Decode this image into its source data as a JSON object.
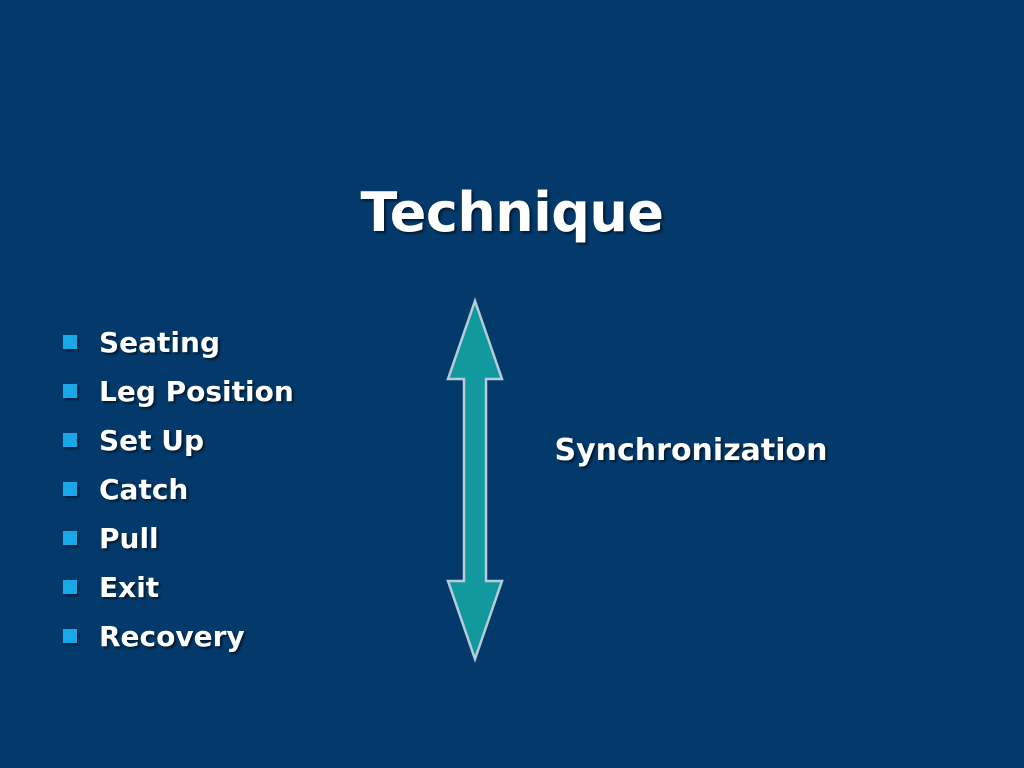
{
  "slide": {
    "title": "Technique",
    "background_color": "#033A6B",
    "bullets": [
      {
        "label": "Seating"
      },
      {
        "label": "Leg Position"
      },
      {
        "label": "Set Up"
      },
      {
        "label": "Catch"
      },
      {
        "label": "Pull"
      },
      {
        "label": "Exit"
      },
      {
        "label": "Recovery"
      }
    ],
    "bullet_marker_color": "#18A8E8",
    "text_color": "#FFFFFF",
    "diagram": {
      "arrow_icon_name": "double-headed-vertical-arrow-icon",
      "arrow_fill_color": "#11999E",
      "arrow_outline_color": "#B8CBD8",
      "annotation": "Synchronization"
    }
  }
}
